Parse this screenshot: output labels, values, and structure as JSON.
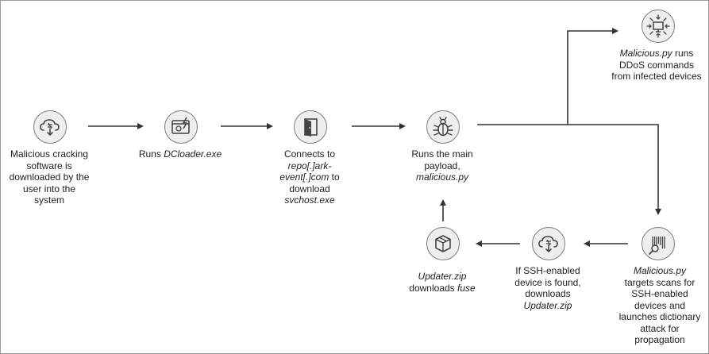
{
  "diagram": {
    "nodes": [
      {
        "id": "download",
        "icon": "cloud-download-icon",
        "lines": [
          {
            "text": "Malicious cracking",
            "italic": false
          },
          {
            "text": "software is",
            "italic": false
          },
          {
            "text": "downloaded by the",
            "italic": false
          },
          {
            "text": "user into the",
            "italic": false
          },
          {
            "text": "system",
            "italic": false
          }
        ]
      },
      {
        "id": "dcloader",
        "icon": "browser-window-icon",
        "lines": [
          {
            "text": "Runs ",
            "italic": false,
            "append": "DCloader.exe"
          }
        ]
      },
      {
        "id": "connect",
        "icon": "open-door-icon",
        "lines": [
          {
            "text": "Connects to",
            "italic": false
          },
          {
            "text": "repo[.]ark-",
            "italic": true
          },
          {
            "text": "event[.]com",
            "italic": true,
            "append_plain": " to"
          },
          {
            "text": "download",
            "italic": false
          },
          {
            "text": "svchost.exe",
            "italic": true
          }
        ]
      },
      {
        "id": "payload",
        "icon": "bug-icon",
        "lines": [
          {
            "text": "Runs the main",
            "italic": false
          },
          {
            "text": "payload,",
            "italic": false
          },
          {
            "text": "malicious.py",
            "italic": true
          }
        ]
      },
      {
        "id": "ddos",
        "icon": "ddos-target-icon",
        "lines": [
          {
            "text": "Malicious.py",
            "italic": true,
            "append_plain": " runs"
          },
          {
            "text": "DDoS commands",
            "italic": false
          },
          {
            "text": "from infected devices",
            "italic": false
          }
        ]
      },
      {
        "id": "scan",
        "icon": "barcode-scan-icon",
        "lines": [
          {
            "text": "Malicious.py",
            "italic": true
          },
          {
            "text": "targets scans for",
            "italic": false
          },
          {
            "text": "SSH-enabled",
            "italic": false
          },
          {
            "text": "devices and",
            "italic": false
          },
          {
            "text": "launches dictionary",
            "italic": false
          },
          {
            "text": "attack for",
            "italic": false
          },
          {
            "text": "propagation",
            "italic": false
          }
        ]
      },
      {
        "id": "ssh",
        "icon": "cloud-download-icon",
        "lines": [
          {
            "text": "If SSH-enabled",
            "italic": false
          },
          {
            "text": "device is found,",
            "italic": false
          },
          {
            "text": "downloads",
            "italic": false
          },
          {
            "text": "Updater.zip",
            "italic": true
          }
        ]
      },
      {
        "id": "updater",
        "icon": "package-box-icon",
        "lines": [
          {
            "text": "Updater.zip",
            "italic": true
          },
          {
            "text": "downloads ",
            "italic": false,
            "append": "fuse"
          }
        ]
      }
    ],
    "edges": [
      {
        "from": "download",
        "to": "dcloader"
      },
      {
        "from": "dcloader",
        "to": "connect"
      },
      {
        "from": "connect",
        "to": "payload"
      },
      {
        "from": "payload",
        "to": "ddos"
      },
      {
        "from": "payload",
        "to": "scan"
      },
      {
        "from": "scan",
        "to": "ssh"
      },
      {
        "from": "ssh",
        "to": "updater"
      },
      {
        "from": "updater",
        "to": "payload"
      }
    ],
    "colors": {
      "line": "#333333",
      "icon_fill": "#eeeeee",
      "icon_stroke": "#444444",
      "text": "#1e1e1e"
    }
  }
}
